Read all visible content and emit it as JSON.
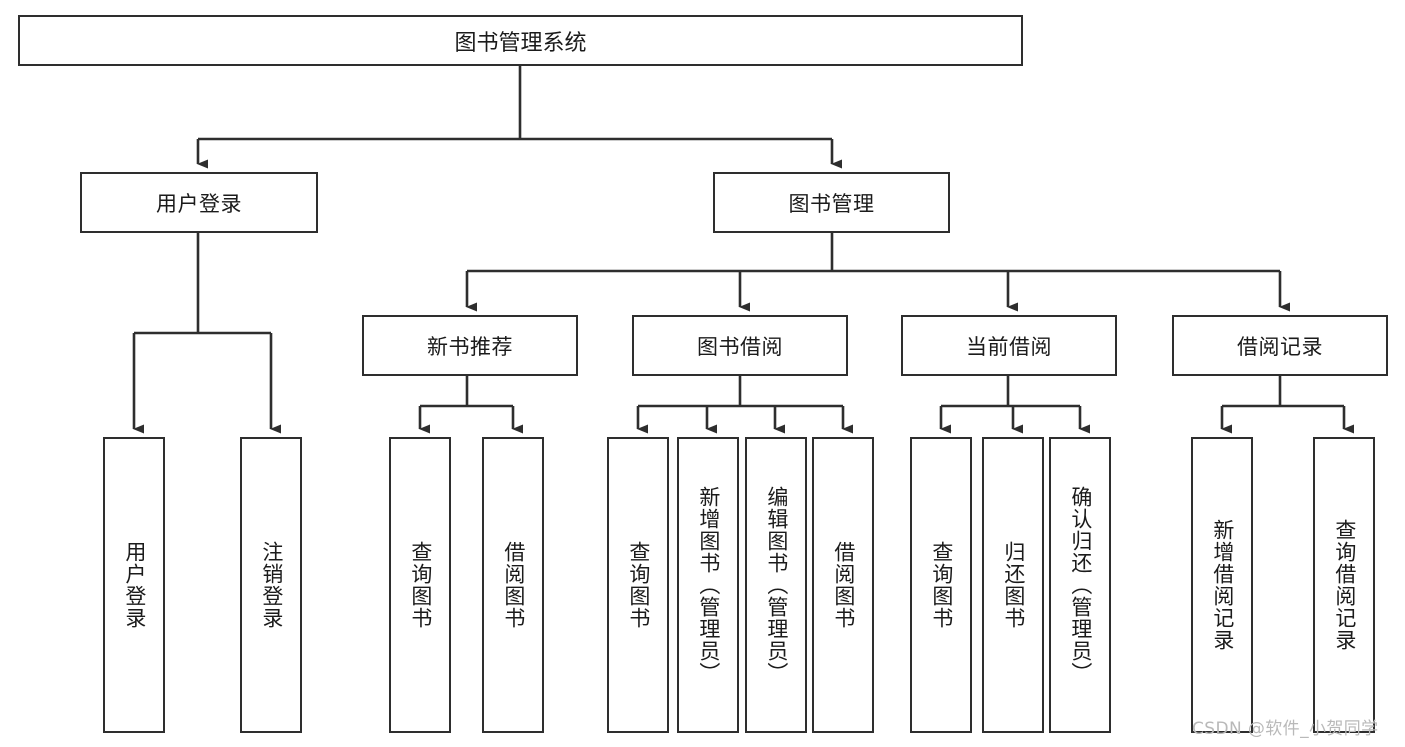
{
  "diagram": {
    "title": "图书管理系统",
    "type": "hierarchy-tree",
    "root": {
      "label": "图书管理系统"
    },
    "level2": [
      {
        "label": "用户登录"
      },
      {
        "label": "图书管理"
      }
    ],
    "level3": [
      {
        "label": "新书推荐"
      },
      {
        "label": "图书借阅"
      },
      {
        "label": "当前借阅"
      },
      {
        "label": "借阅记录"
      }
    ],
    "leaves": {
      "user_login": [
        {
          "label": "用户登录"
        },
        {
          "label": "注销登录"
        }
      ],
      "new_book_recommend": [
        {
          "label": "查询图书"
        },
        {
          "label": "借阅图书"
        }
      ],
      "book_borrow": [
        {
          "label": "查询图书"
        },
        {
          "label": "新增图书（管理员）"
        },
        {
          "label": "编辑图书（管理员）"
        },
        {
          "label": "借阅图书"
        }
      ],
      "current_borrow": [
        {
          "label": "查询图书"
        },
        {
          "label": "归还图书"
        },
        {
          "label": "确认归还（管理员）"
        }
      ],
      "borrow_record": [
        {
          "label": "新增借阅记录"
        },
        {
          "label": "查询借阅记录"
        }
      ]
    }
  },
  "watermark": {
    "text": "CSDN @软件_小贺同学"
  },
  "colors": {
    "stroke": "#2e2e2e",
    "text": "#1b1b1b",
    "background": "#ffffff",
    "watermark": "#b9b9b9"
  }
}
